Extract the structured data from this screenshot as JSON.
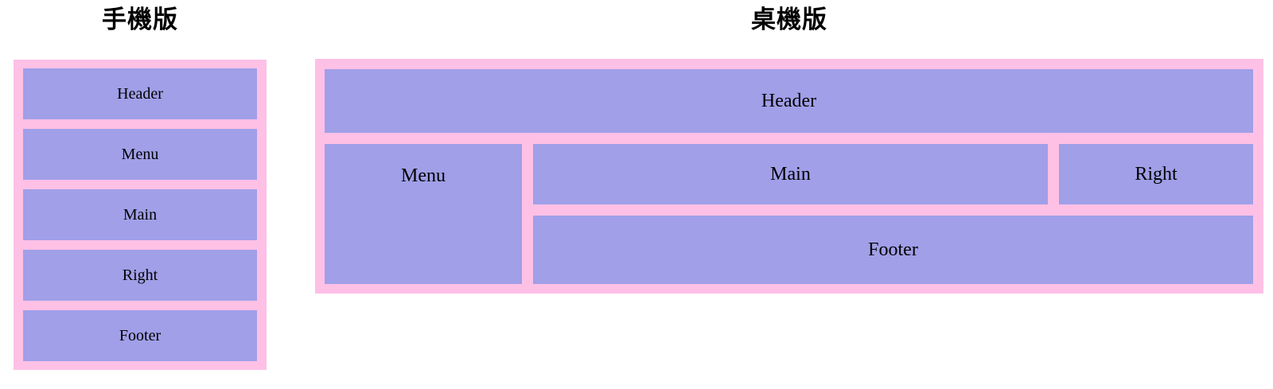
{
  "mobile": {
    "title": "手機版",
    "blocks": [
      "Header",
      "Menu",
      "Main",
      "Right",
      "Footer"
    ]
  },
  "desktop": {
    "title": "桌機版",
    "blocks": {
      "header": "Header",
      "menu": "Menu",
      "main": "Main",
      "right": "Right",
      "footer": "Footer"
    }
  },
  "colors": {
    "frame_pink": "#ffc0e6",
    "block_purple": "#a09fe8",
    "text": "#000000"
  }
}
